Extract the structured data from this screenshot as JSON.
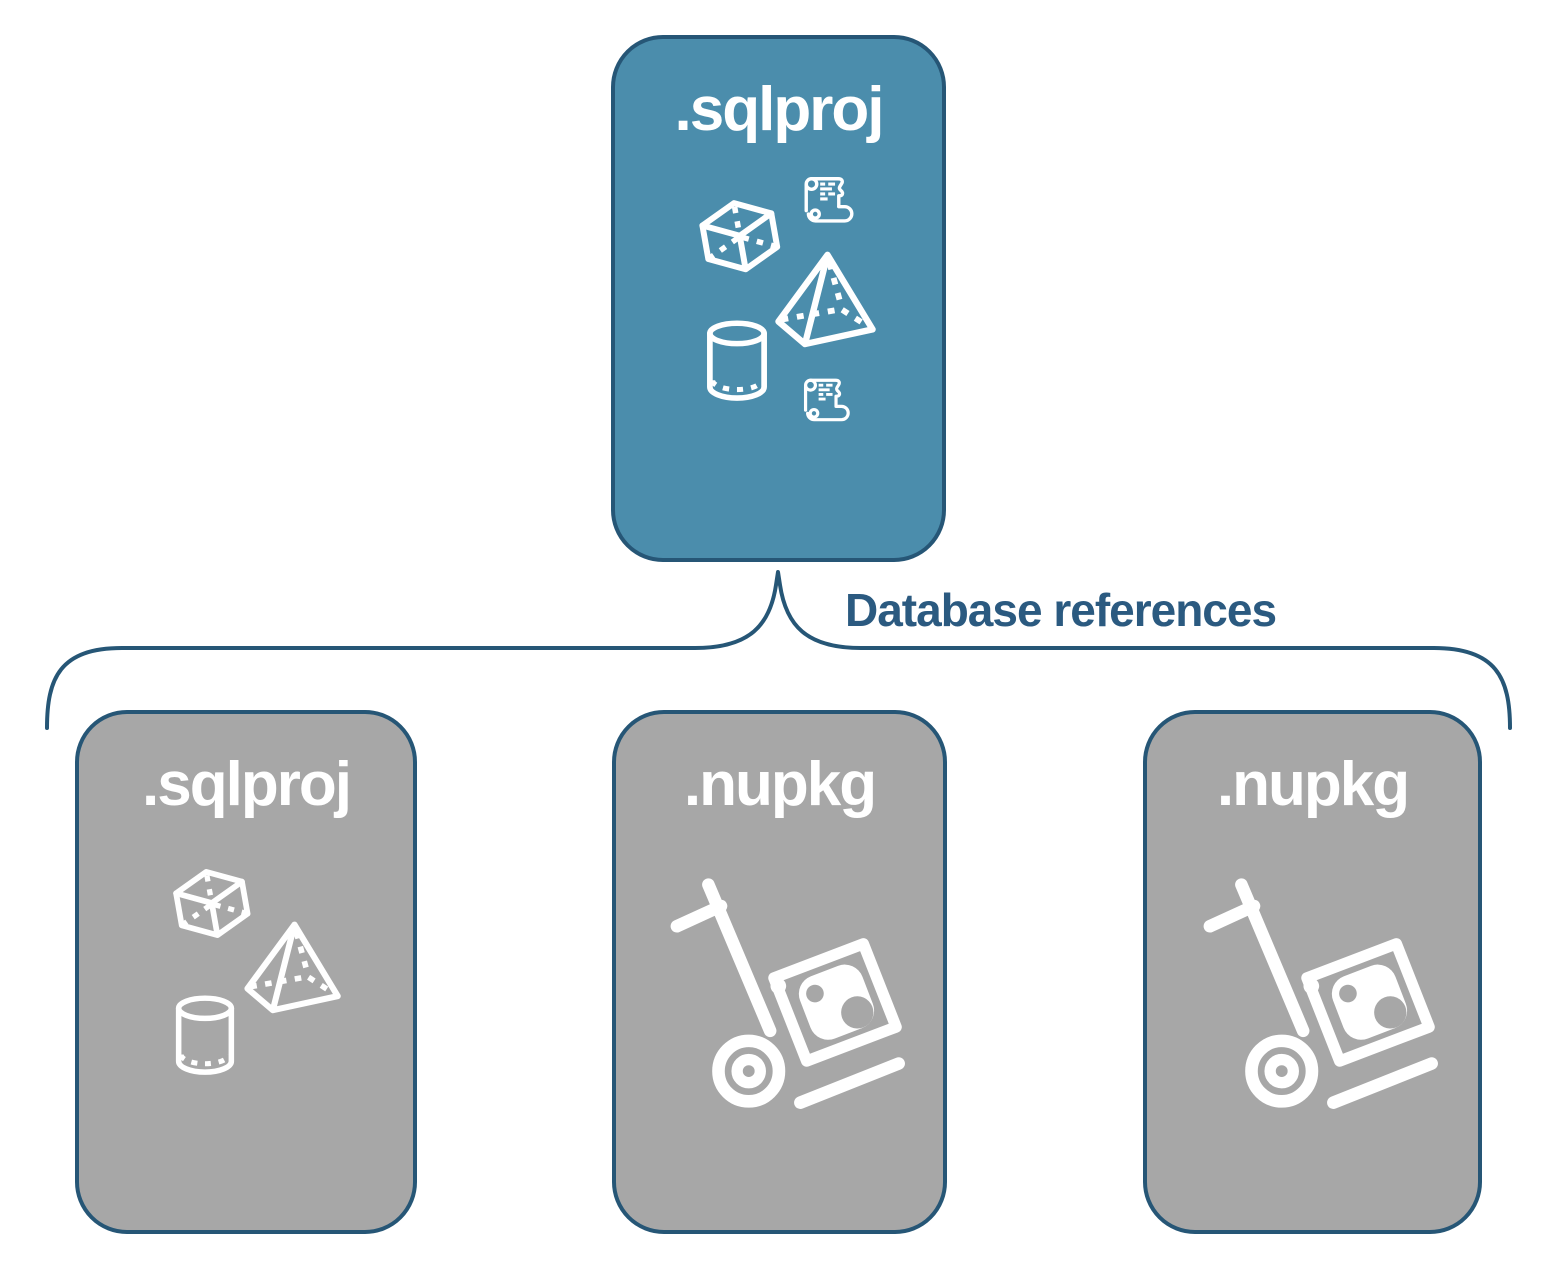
{
  "relationship_label": "Database references",
  "parent": {
    "label": ".sqlproj",
    "icons": [
      "cube-icon",
      "script-scroll-icon",
      "pyramid-icon",
      "cylinder-icon",
      "script-scroll-icon"
    ]
  },
  "children": [
    {
      "label": ".sqlproj",
      "icons": [
        "cube-icon",
        "pyramid-icon",
        "cylinder-icon"
      ]
    },
    {
      "label": ".nupkg",
      "icons": [
        "nuget-package-dolly-icon"
      ]
    },
    {
      "label": ".nupkg",
      "icons": [
        "nuget-package-dolly-icon"
      ]
    }
  ],
  "colors": {
    "parent_fill": "#4b8dac",
    "child_fill": "#a7a7a7",
    "border": "#265676",
    "connector": "#265676",
    "label_text": "#2b5a80",
    "icon": "#ffffff"
  }
}
